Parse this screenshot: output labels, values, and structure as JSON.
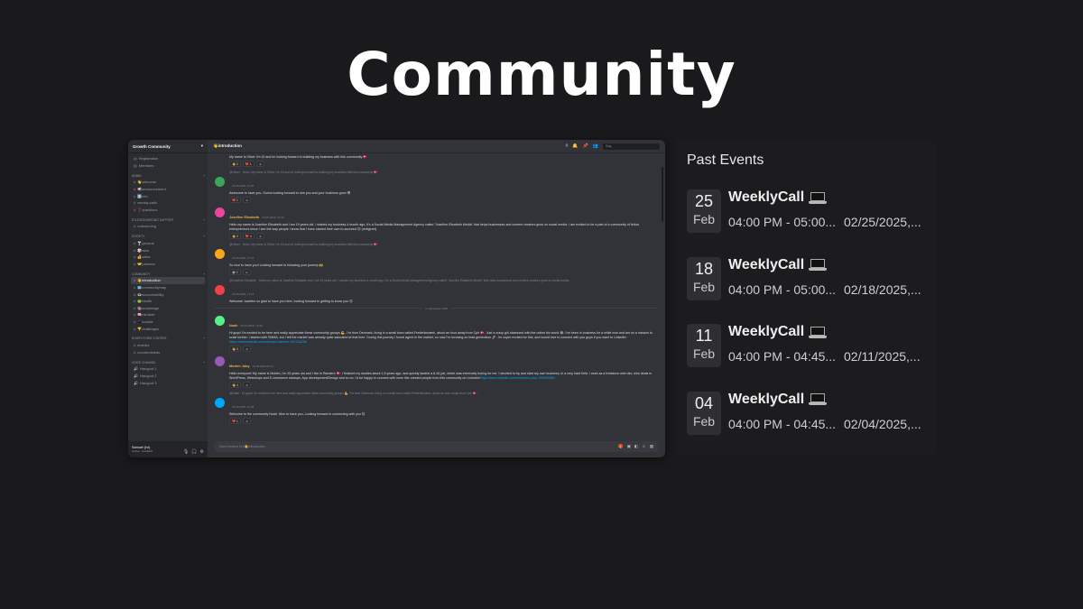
{
  "page": {
    "title": "Community"
  },
  "discord": {
    "server_name": "Growth Community",
    "top_links": [
      "Registration",
      "Members"
    ],
    "categories": [
      {
        "name": "Admin",
        "channels": [
          "👋welcome",
          "📢announcement",
          "ℹ️info",
          "weekly-calls",
          "❓questions"
        ]
      },
      {
        "name": "Stuck/Sourcing Support",
        "channels": [
          "outsourcing"
        ]
      },
      {
        "name": "Society",
        "channels": [
          "🍸general",
          "🎲wins",
          "💰sales",
          "🤝partners"
        ]
      },
      {
        "name": "Community",
        "channels": [
          "👋introduction",
          "🗺️communitymap",
          "👁️accountability",
          "🍏health",
          "📚knowledge",
          "🧠mindset",
          "📱socials",
          "🏆challenges"
        ]
      },
      {
        "name": "Short-Form Content",
        "channels": [
          "#media",
          "#contentideas"
        ]
      },
      {
        "name": "Voice Channel",
        "channels": [
          "Hangout 1",
          "Hangout 2",
          "Hangout 3"
        ]
      }
    ],
    "active_channel": "👋introduction",
    "user": {
      "name": "Samuel (Ivi)",
      "status": "Online · Available"
    },
    "search_placeholder": "Søg",
    "composer_placeholder": "Send besked til #👋introduction",
    "date_divider": "3. september 2025",
    "messages": [
      {
        "reply": "",
        "author": "",
        "time": "",
        "text": "My name is Oliver I'm 15 and im looking forward to building my business with this community 🇩🇰",
        "link": "",
        "reactions": [
          "👋 2",
          "❤️ 1",
          "☺"
        ]
      },
      {
        "reply": "@Oliver · Hello. My name is Oliver I'm 15 and im looking forward to building my business with this community 🇩🇰",
        "author": "",
        "time": "03.09.2025, 12:46",
        "text": "Awesome to have you, Guess looking forward to see you and your business grow 😎",
        "link": "",
        "reactions": [
          "❤️ 1",
          "☺"
        ]
      },
      {
        "reply": "",
        "author": "Josefine Elisabeth",
        "time": "03.09.2025, 16:42",
        "text": "Hello my name is Josefine Elisabeth and I am 19 years old. I started my business 4 month ago. It's a Social Media Management Agency called \"Josefine Elisabeth Media\" that helps businesses and content creators grow on social media. I am excited to be a part of a community of fellow entrepreneurs since I see the way people I know that I have started their own to succeed 😊 (redigeret)",
        "link": "",
        "reactions": [
          "👋 3",
          "❤️ 4",
          "☺"
        ]
      },
      {
        "reply": "@Oliver · Hello. My name is Oliver I'm 15 and im looking forward to building my business with this community 🇩🇰",
        "author": "",
        "time": "03.09.2025, 17:12",
        "text": "So nice to have you! Looking forward to following your journey 🙌",
        "link": "",
        "reactions": [
          "😂 2",
          "☺"
        ]
      },
      {
        "reply": "@Josefine Elisabeth · Hello my name is Josefine Elisabeth and I am 19 years old. I started my business 4 month ago. It's a Social Media Management Agency called \"Josefine Elisabeth Media\" that helps businesses and content creators grow on social media...",
        "author": "",
        "time": "03.09.2025, 17:14",
        "text": "Welcome Josefine so glad to have you here, looking forward to getting to know you 😊",
        "link": "",
        "reactions": []
      },
      {
        "reply": "",
        "author": "Noah",
        "time": "03.09.2025, 12:39",
        "text": "Hi guys! I'm excited to be here and really appreciate these community groups 💪. I'm from Denmark, living in a small town called Frederiksværk, about an hour away from Cph 🇩🇰. Just a crazy girl obsessed with the online biz world 😂. I've been in business for a while now and am on a mission to scale further. I started with SMMA, but I felt the market was already quite saturated at that time. During this journey I found agent in the market, so now I'm focusing on lead generation 🚀. I'm super excited for this, and would love to connect with you guys if you want to LinkedIn: ",
        "link": "https://www.linkedin.com/in/noah-hammer-b3723a25b",
        "reactions": [
          "👋 3",
          "☺"
        ]
      },
      {
        "reply": "",
        "author": "Morten Juby",
        "time": "03.09.2025 05:14",
        "text": "Hello everyone! My name is Morten, I'm 25 years old and I live in Randers 🇩🇰. I finished my studies about 1,5 years ago, and quickly landed a 8-16 job, which was extremely boring for me. I decided to try and start my own business, in a very hard field. I work as a freelance web dev, who deals in WordPress, Webshops and E-commerce startups, App development/Design and so on. I'd be happy to connect with more like-minded people from this community on Linkedin!",
        "link": "https://www.linkedin.com/in/morten-juby-1920b3082/",
        "reactions": [
          "👋 4",
          "☺"
        ]
      },
      {
        "reply": "@Noah · Hi guys! I'm excited to be here and really appreciate these community groups 💪. I'm from Denmark, living in a small town called Frederiksværk, about an hour away from Cph 🇩🇰...",
        "author": "",
        "time": "03.09.2025, 16:38",
        "text": "Welcome to the community Noah. Nice to have you, Looking forward to connecting with you 😊",
        "link": "",
        "reactions": [
          "❤️ 1",
          "☺"
        ]
      }
    ]
  },
  "events": {
    "title": "Past Events",
    "items": [
      {
        "day": "25",
        "month": "Feb",
        "name": "WeeklyCall",
        "time": "04:00 PM - 05:00...",
        "date": "02/25/2025,..."
      },
      {
        "day": "18",
        "month": "Feb",
        "name": "WeeklyCall",
        "time": "04:00 PM - 05:00...",
        "date": "02/18/2025,..."
      },
      {
        "day": "11",
        "month": "Feb",
        "name": "WeeklyCall",
        "time": "04:00 PM - 04:45...",
        "date": "02/11/2025,..."
      },
      {
        "day": "04",
        "month": "Feb",
        "name": "WeeklyCall",
        "time": "04:00 PM - 04:45...",
        "date": "02/04/2025,..."
      }
    ]
  }
}
